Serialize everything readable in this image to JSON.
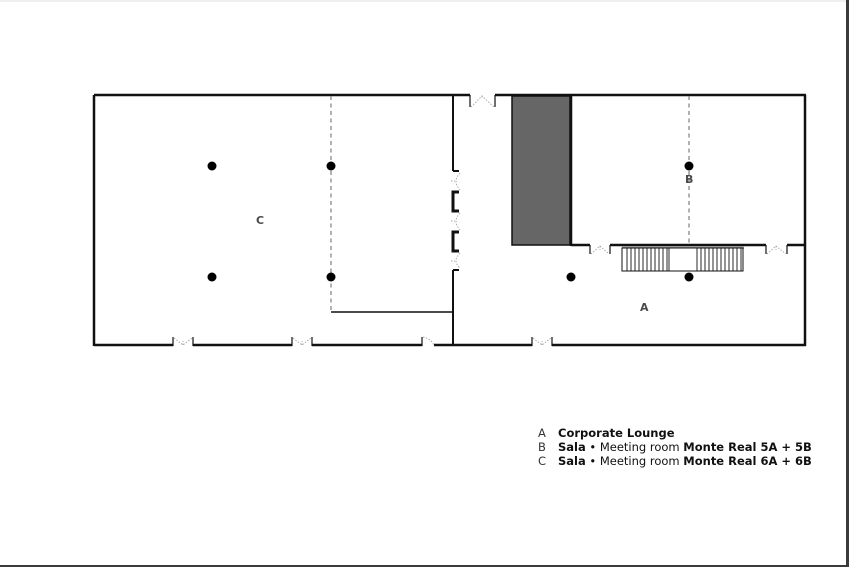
{
  "floorplan": {
    "rooms": [
      {
        "id": "A",
        "label": "A"
      },
      {
        "id": "B",
        "label": "B"
      },
      {
        "id": "C",
        "label": "C"
      }
    ],
    "colors": {
      "wall": "#111111",
      "partition_dashed": "#888888",
      "core_fill": "#666666",
      "door_swing": "#aaaaaa",
      "column": "#000000"
    }
  },
  "legend": {
    "items": [
      {
        "letter": "A",
        "prefix": "Corporate Lounge",
        "middle": "",
        "suffix": ""
      },
      {
        "letter": "B",
        "prefix": "Sala",
        "middle": " • Meeting room ",
        "suffix": "Monte Real 5A + 5B"
      },
      {
        "letter": "C",
        "prefix": "Sala",
        "middle": " • Meeting room ",
        "suffix": "Monte Real 6A + 6B"
      }
    ]
  }
}
